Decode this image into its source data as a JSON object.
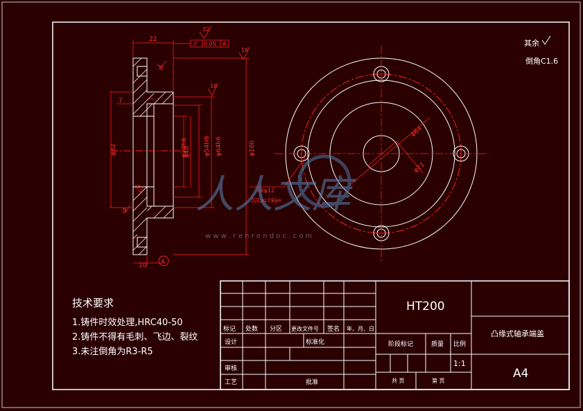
{
  "drawing": {
    "roughness_other": "其余",
    "chamfer_note": "倒角C1.6",
    "section_labels": {
      "label_22": "22",
      "tol_flat": "//",
      "tol_value": "0.05",
      "tol_datum": "A",
      "rough_32_top": "32",
      "rough_16_right": "16",
      "rough_16_mid": "16",
      "rough_32_small": "32",
      "rough_16_small": "16",
      "rough_32_bottom": "32",
      "dim_7": "7",
      "dim_10": "10",
      "datum_A": "A",
      "dia_82": "φ82",
      "dia_40": "φ40",
      "dia_20h6": "φ20h6",
      "dia_54h6": "φ54H6",
      "dia_64h6": "φ64h6",
      "dia_100": "φ100"
    },
    "plan_labels": {
      "dia_64": "φ64",
      "dia_21": "φ21",
      "holes_line1": "4Xφ12",
      "holes_line2": "沉孔φ17深φ4"
    },
    "watermark": {
      "text": "人人文库",
      "url": "w w w . r e n r e n d o c . c o m"
    },
    "tech_requirements": {
      "title": "技术要求",
      "items": [
        "1.铸件时效处理,HRC40-50",
        "2.铸件不得有毛刺、飞边、裂纹",
        "3.未注倒角为R3-R5"
      ]
    },
    "title_block": {
      "material": "HT200",
      "part_name": "凸缘式轴承端盖",
      "paper_size": "A4",
      "scale_value": "1:1",
      "h_mark": "标记",
      "h_count": "处数",
      "h_zone": "分区",
      "h_doc": "更改文件号",
      "h_sign": "签名",
      "h_date": "年、月、日",
      "h_design": "设计",
      "h_std": "标准化",
      "h_stage": "阶段标记",
      "h_weight": "质量",
      "h_scale": "比例",
      "h_review": "审核",
      "h_process": "工艺",
      "h_approve": "批准",
      "h_total": "共 页",
      "h_page": "第 页"
    }
  }
}
